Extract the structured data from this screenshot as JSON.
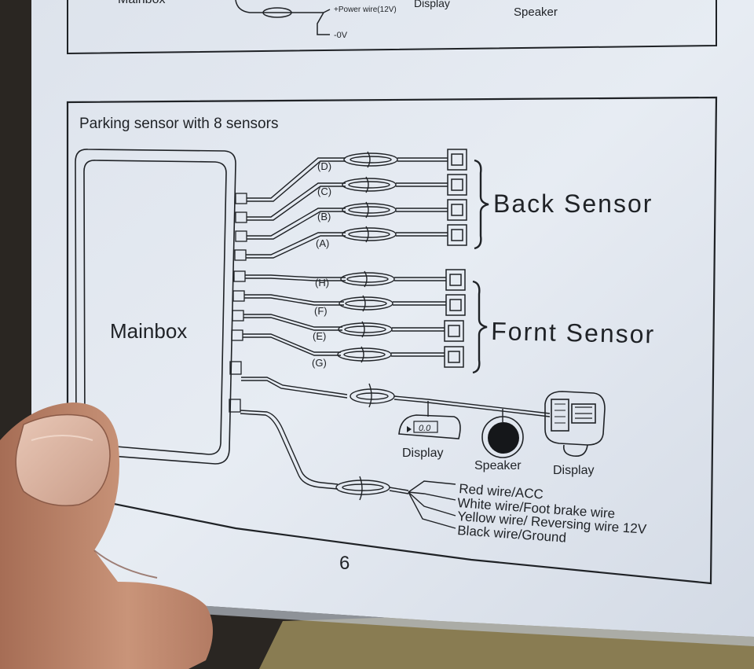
{
  "top_diagram": {
    "mainbox_label": "Mainbox",
    "power_wire": "+Power wire(12V)",
    "ground_wire": "-0V",
    "display_label": "Display",
    "speaker_label": "Speaker"
  },
  "title": "Parking sensor with 8 sensors",
  "mainbox_label": "Mainbox",
  "back_sensor_label": "Back Sensor",
  "front_sensor_label": "Fornt Sensor",
  "back_channels": [
    "(D)",
    "(C)",
    "(B)",
    "(A)"
  ],
  "front_channels": [
    "(H)",
    "(F)",
    "(E)",
    "(G)"
  ],
  "lcd_digits": "0.0",
  "outputs": {
    "display_small": "Display",
    "speaker": "Speaker",
    "display_large": "Display"
  },
  "wires": [
    "Red wire/ACC",
    "White wire/Foot brake wire",
    "Yellow wire/ Reversing wire 12V",
    "Black wire/Ground"
  ],
  "page_number": "6",
  "colors": {
    "paper": "#e4e9f1",
    "ink": "#1f2226",
    "background": "#2a2622",
    "skin": "#c08a70"
  }
}
